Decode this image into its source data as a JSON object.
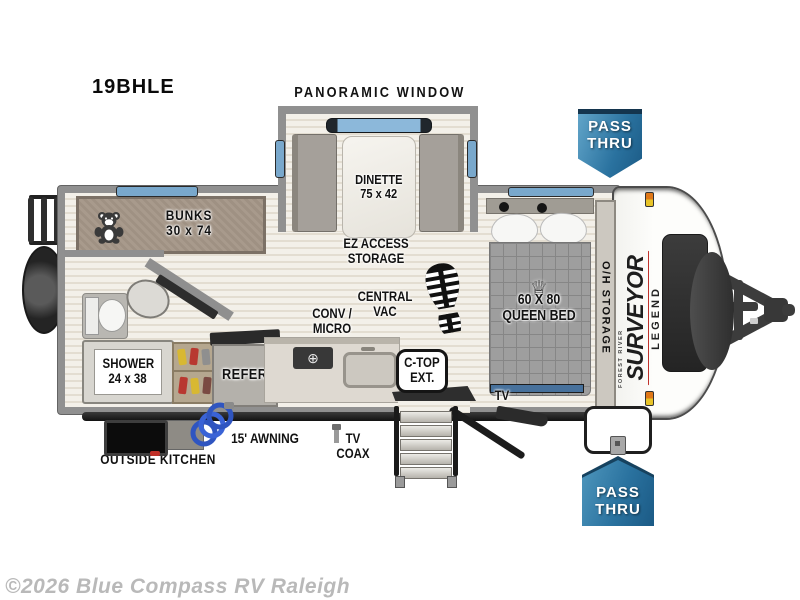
{
  "model": "19BHLE",
  "watermark": "©2026 Blue Compass RV Raleigh",
  "banners": {
    "top": [
      "PASS",
      "THRU"
    ],
    "bottom": [
      "PASS",
      "THRU"
    ]
  },
  "labels": {
    "panoramic_window": "PANORAMIC WINDOW",
    "dinette": [
      "DINETTE",
      "75 x 42"
    ],
    "bunks": [
      "BUNKS",
      "30 x 74"
    ],
    "ez_access_storage": [
      "EZ ACCESS",
      "STORAGE"
    ],
    "central_vac": [
      "CENTRAL",
      "VAC"
    ],
    "conv_micro": [
      "CONV /",
      "MICRO"
    ],
    "refer": "REFER",
    "ctop_ext": [
      "C-TOP",
      "EXT."
    ],
    "shower": [
      "SHOWER",
      "24 x 38"
    ],
    "queen_bed": [
      "60 X 80",
      "QUEEN BED"
    ],
    "oh_storage": "O/H STORAGE",
    "tv": "TV",
    "outside_kitchen": "OUTSIDE KITCHEN",
    "awning": "15' AWNING",
    "tv_coax": [
      "TV",
      "COAX"
    ]
  },
  "branding": {
    "maker": "FOREST RIVER",
    "series": "SURVEYOR",
    "trim": "LEGEND"
  },
  "icons": {
    "crown": "♕",
    "microwave": "⊕"
  },
  "colors": {
    "pass_thru_blue": "#2a729f",
    "brand_red": "#c0322c",
    "window_blue": "#79a8cc"
  }
}
